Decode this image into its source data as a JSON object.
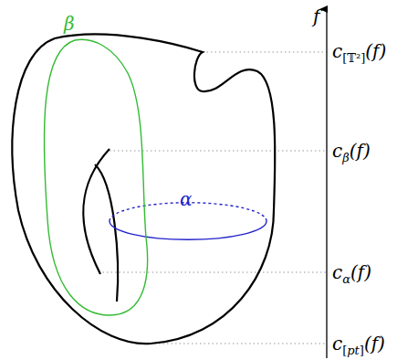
{
  "diagram": {
    "labels": [
      "f",
      "c[𝕋²](f)",
      "β",
      "c_β(f)",
      "α",
      "c_α(f)",
      "c[pt](f)"
    ]
  }
}
